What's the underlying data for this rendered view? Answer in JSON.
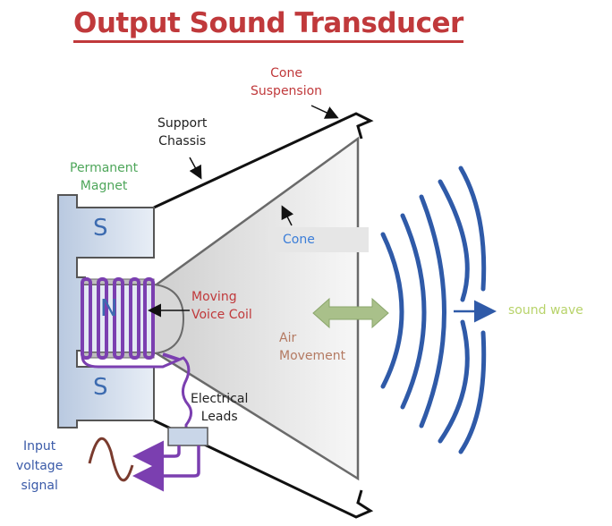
{
  "title": "Output Sound Transducer",
  "labels": {
    "cone_suspension": [
      "Cone",
      "Suspension"
    ],
    "support_chassis": [
      "Support",
      "Chassis"
    ],
    "permanent_magnet": [
      "Permanent",
      "Magnet"
    ],
    "cone": "Cone",
    "moving_voice_coil": [
      "Moving",
      "Voice Coil"
    ],
    "air_movement": [
      "Air",
      "Movement"
    ],
    "electrical_leads": [
      "Electrical",
      "Leads"
    ],
    "input_voltage_signal": [
      "Input",
      "voltage",
      "signal"
    ],
    "sound_wave": "sound wave"
  },
  "poles": {
    "top": "S",
    "middle": "N",
    "bottom": "S"
  },
  "colors": {
    "title": "#c0393b",
    "magnet_fill": "#c9d6e8",
    "coil": "#7b3fb0",
    "waves": "#2f5aa8",
    "air_arrow": "#a9c08a",
    "signal": "#7a3b2e"
  }
}
